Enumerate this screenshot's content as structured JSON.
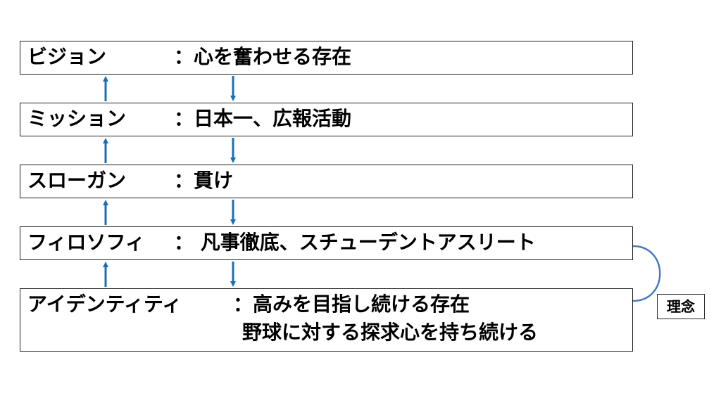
{
  "levels": [
    {
      "label": "ビジョン",
      "value": "：心を奮わせる存在"
    },
    {
      "label": "ミッション",
      "value": "：日本一、広報活動"
    },
    {
      "label": "スローガン",
      "value": "：貫け"
    },
    {
      "label": "フィロソフィ",
      "value": "： 凡事徹底、スチューデントアスリート"
    },
    {
      "label": "アイデンティティ",
      "value": "：高みを目指し続ける存在",
      "value2": "野球に対する探求心を持ち続ける"
    }
  ],
  "bracket_label": "理念",
  "colors": {
    "arrow": "#1a6fb3",
    "bracket": "#4a78c2",
    "border": "#222222"
  }
}
